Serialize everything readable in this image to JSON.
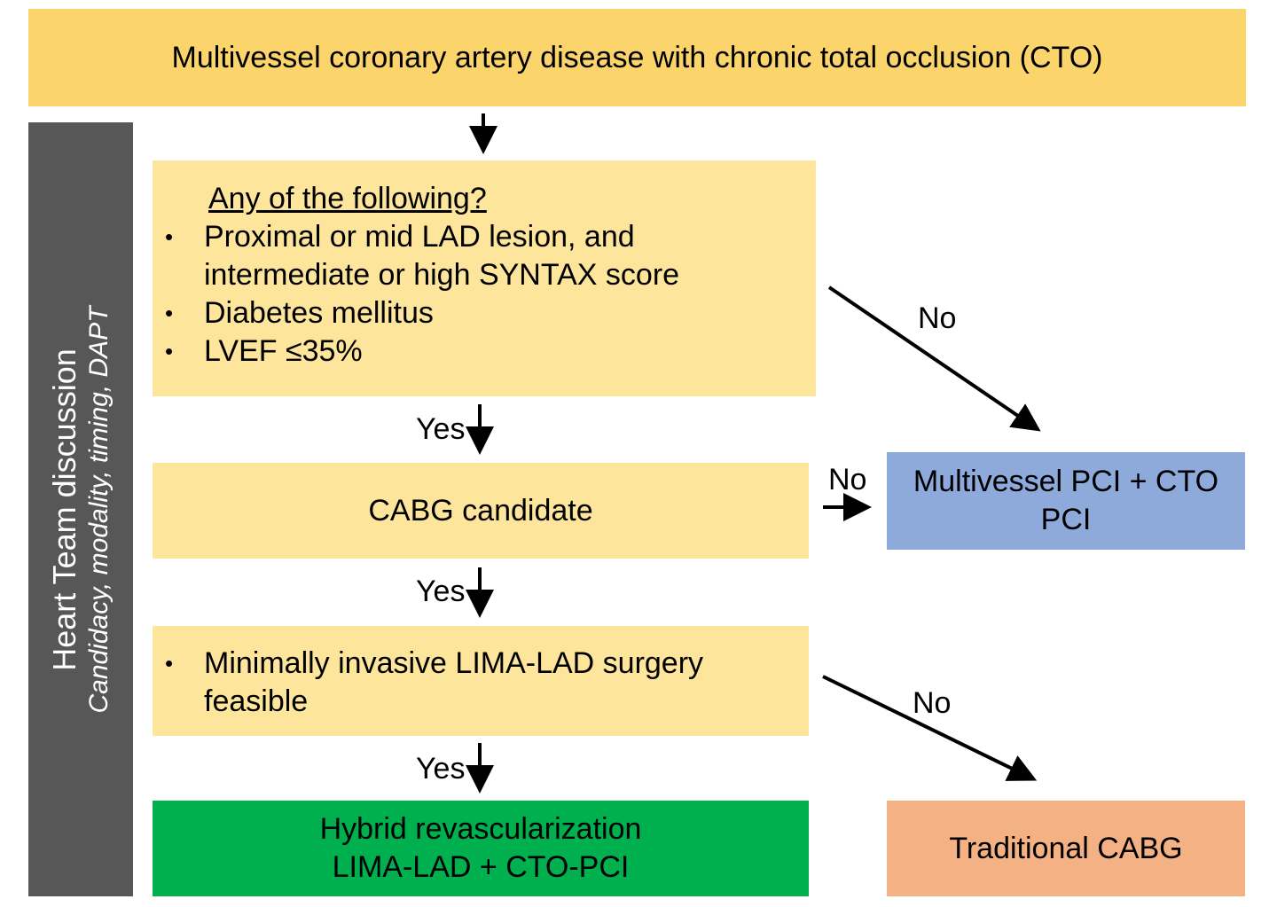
{
  "header": {
    "title": "Multivessel coronary artery disease with chronic total occlusion (CTO)"
  },
  "sidebar": {
    "title": "Heart Team discussion",
    "subtitle": "Candidacy, modality, timing, DAPT"
  },
  "criteria": {
    "question": "Any of the following?",
    "items": [
      "Proximal or mid LAD lesion, and intermediate or high SYNTAX score",
      "Diabetes mellitus",
      "LVEF ≤35%"
    ]
  },
  "cabg_candidate": {
    "label": "CABG candidate"
  },
  "minimally_invasive": {
    "items": [
      "Minimally invasive LIMA-LAD surgery feasible"
    ]
  },
  "hybrid": {
    "line1": "Hybrid revascularization",
    "line2": "LIMA-LAD + CTO-PCI"
  },
  "multivessel_pci": {
    "label": "Multivessel PCI + CTO PCI"
  },
  "traditional_cabg": {
    "label": "Traditional CABG"
  },
  "edges": {
    "yes1": "Yes",
    "yes2": "Yes",
    "yes3": "Yes",
    "no1": "No",
    "no2": "No",
    "no3": "No"
  },
  "colors": {
    "header": "#fbd56b",
    "decision": "#fde69c",
    "hybrid": "#00b04f",
    "pci": "#8eaadb",
    "traditional_cabg": "#f4b183",
    "sidebar": "#575757"
  }
}
